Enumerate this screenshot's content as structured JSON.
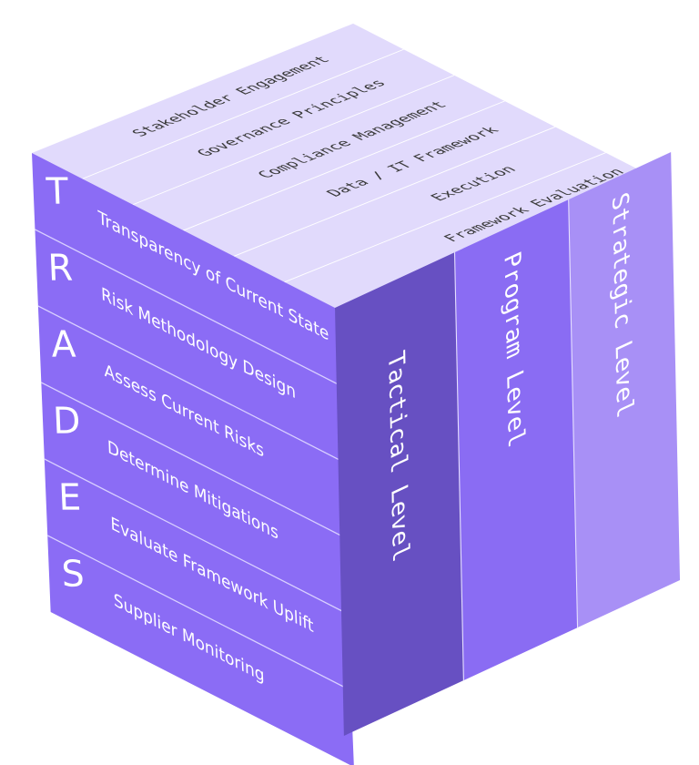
{
  "top_face": {
    "items": [
      "Stakeholder Engagement",
      "Governance Principles",
      "Compliance Management",
      "Data / IT Framework",
      "Execution",
      "Framework Evaluation"
    ],
    "color": "#e1dafc",
    "text_color": "#3a3a3a"
  },
  "left_face": {
    "acronym_letters": [
      "T",
      "R",
      "A",
      "D",
      "E",
      "S"
    ],
    "items": [
      "Transparency of Current State",
      "Risk Methodology Design",
      "Assess Current Risks",
      "Determine Mitigations",
      "Evaluate Framework Uplift",
      "Supplier Monitoring"
    ],
    "color": "#8b6cf5"
  },
  "right_face": {
    "levels": [
      {
        "label": "Tactical Level",
        "color": "#6750c2"
      },
      {
        "label": "Program Level",
        "color": "#8a6cf3"
      },
      {
        "label": "Strategic Level",
        "color": "#a890f6"
      }
    ]
  }
}
